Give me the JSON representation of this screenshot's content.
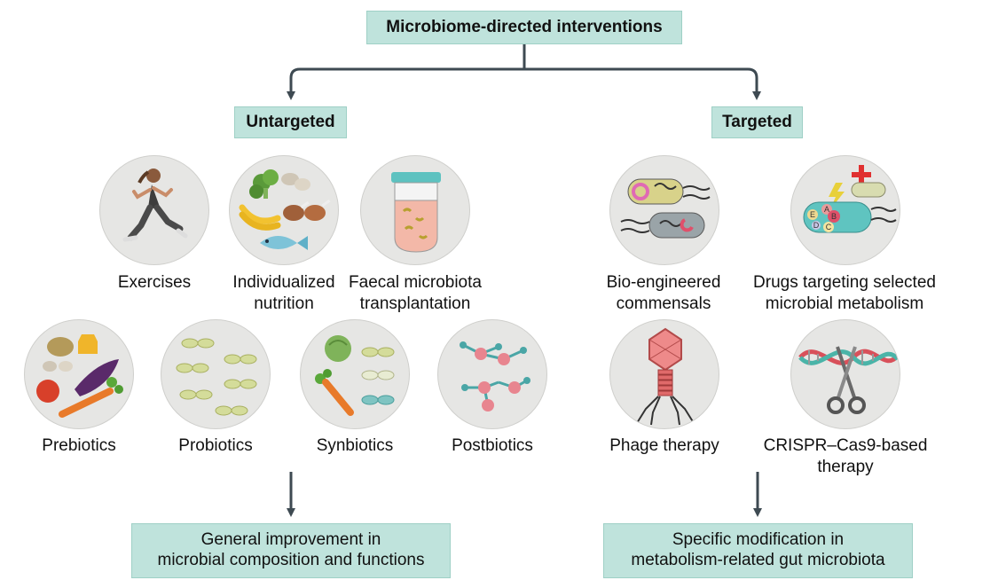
{
  "title": "Microbiome-directed interventions",
  "untargeted": {
    "heading": "Untargeted",
    "items": {
      "exercises": "Exercises",
      "nutrition": "Individualized\nnutrition",
      "fmt": "Faecal microbiota\ntransplantation",
      "prebiotics": "Prebiotics",
      "probiotics": "Probiotics",
      "synbiotics": "Synbiotics",
      "postbiotics": "Postbiotics"
    },
    "outcome": "General improvement in\nmicrobial composition and functions"
  },
  "targeted": {
    "heading": "Targeted",
    "items": {
      "bioengineered": "Bio-engineered\ncommensals",
      "drugs": "Drugs targeting selected\nmicrobial metabolism",
      "phage": "Phage therapy",
      "crispr": "CRISPR–Cas9-based\ntherapy"
    },
    "outcome": "Specific modification in\nmetabolism-related gut microbiota"
  },
  "drug_icon_letters": [
    "A",
    "B",
    "C",
    "D",
    "E"
  ],
  "colors": {
    "box_fill": "#bfe3dc",
    "arrow": "#3e4a52",
    "circle_fill": "#e6e6e4",
    "probiotic_cell": "#d4dc9a",
    "postbiotic_node": "#e8858f",
    "postbiotic_link": "#4aa6a6"
  }
}
